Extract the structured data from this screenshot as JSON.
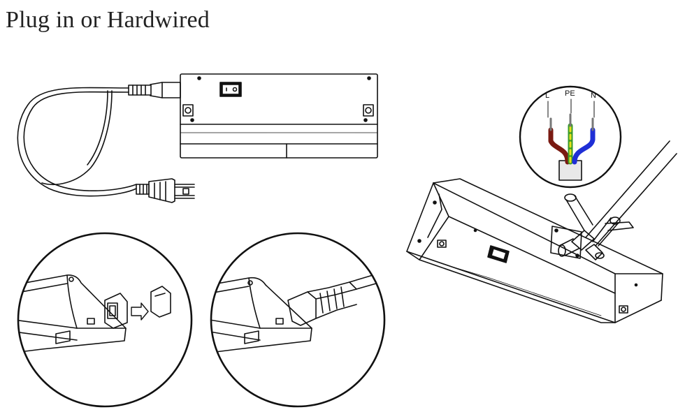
{
  "title": "Plug in or Hardwired",
  "wire_labels": {
    "live": "L",
    "earth": "PE",
    "neutral": "N"
  },
  "colors": {
    "live": "#7a1a12",
    "earth_green": "#3a9b2a",
    "earth_yellow": "#e6e01a",
    "neutral": "#1f2fd6",
    "line": "#111111"
  }
}
